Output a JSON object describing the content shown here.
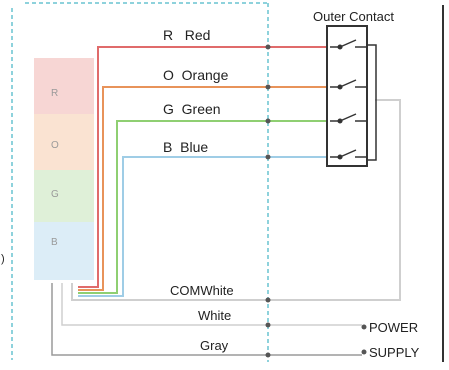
{
  "colors": {
    "red_wire": "#e06b6b",
    "orange_wire": "#e8935a",
    "green_wire": "#8fcf72",
    "blue_wire": "#9fcde6",
    "gray_wire": "#9a9a9a",
    "light_wire": "#cfcfcf",
    "dashed_border": "#8ed2dc",
    "lamp_red": "#f7d6d4",
    "lamp_orange": "#fae3d2",
    "lamp_green": "#dff0d8",
    "lamp_blue": "#dcedf7"
  },
  "lamp": {
    "labels": [
      "R",
      "O",
      "G",
      "B"
    ]
  },
  "wires": {
    "red": "R   Red",
    "orange": "O  Orange",
    "green": "G  Green",
    "blue": "B  Blue",
    "com_white": "COMWhite",
    "white": "White",
    "gray": "Gray"
  },
  "contact": {
    "title": "Outer Contact"
  },
  "power": {
    "line1": "POWER",
    "line2": "SUPPLY"
  },
  "edge_mark": ")"
}
